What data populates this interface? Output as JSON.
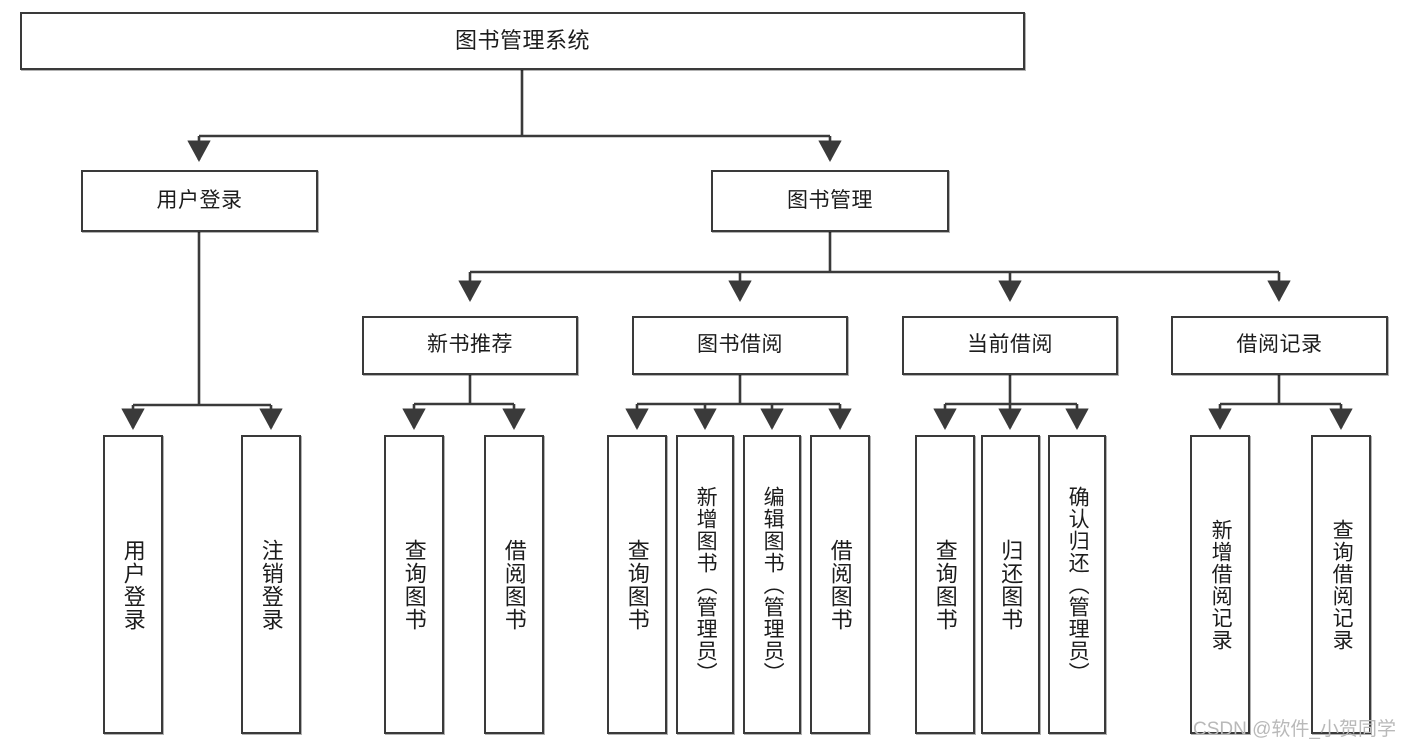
{
  "diagram": {
    "title": "图书管理系统",
    "type": "hierarchy-tree",
    "root": {
      "label": "图书管理系统"
    },
    "level2": [
      {
        "label": "用户登录"
      },
      {
        "label": "图书管理"
      }
    ],
    "level3": [
      {
        "label": "新书推荐"
      },
      {
        "label": "图书借阅"
      },
      {
        "label": "当前借阅"
      },
      {
        "label": "借阅记录"
      }
    ],
    "leaves": {
      "user_login": [
        {
          "label": "用户登录"
        },
        {
          "label": "注销登录"
        }
      ],
      "new_book_recommend": [
        {
          "label": "查询图书"
        },
        {
          "label": "借阅图书"
        }
      ],
      "book_borrow": [
        {
          "label": "查询图书"
        },
        {
          "label": "新增图书（管理员）"
        },
        {
          "label": "编辑图书（管理员）"
        },
        {
          "label": "借阅图书"
        }
      ],
      "current_borrow": [
        {
          "label": "查询图书"
        },
        {
          "label": "归还图书"
        },
        {
          "label": "确认归还（管理员）"
        }
      ],
      "borrow_record": [
        {
          "label": "新增借阅记录"
        },
        {
          "label": "查询借阅记录"
        }
      ]
    }
  },
  "watermark": {
    "text": "CSDN @软件_小贺同学"
  },
  "colors": {
    "border": "#3a3a3a",
    "text": "#1c1c1c",
    "background": "#ffffff",
    "watermark": "#b9b9b9"
  }
}
